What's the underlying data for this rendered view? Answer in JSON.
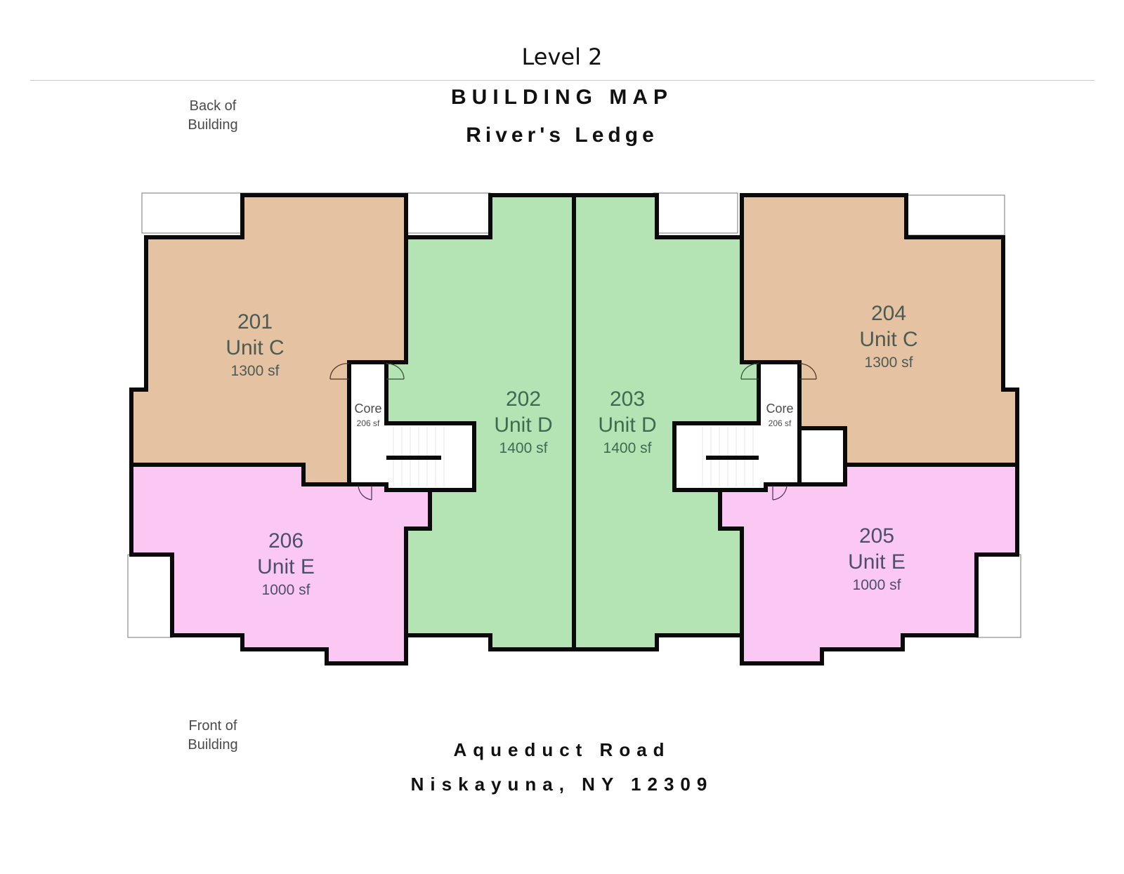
{
  "header": {
    "level": "Level 2",
    "title": "BUILDING MAP",
    "subtitle": "River's Ledge"
  },
  "orientation": {
    "back": [
      "Back of",
      "Building"
    ],
    "front": [
      "Front of",
      "Building"
    ]
  },
  "address": {
    "street": "Aqueduct Road",
    "city": "Niskayuna, NY 12309"
  },
  "colors": {
    "unit_c": "#e5c3a2",
    "unit_d": "#b4e3b4",
    "unit_e": "#fbc8f3",
    "core": "#ffffff",
    "wall": "#0a0a0a",
    "label_c": "#4a5a55",
    "label_d": "#3f6a52",
    "label_e": "#4c4f66"
  },
  "units": [
    {
      "number": "201",
      "type": "Unit C",
      "area": "1300 sf"
    },
    {
      "number": "202",
      "type": "Unit D",
      "area": "1400 sf"
    },
    {
      "number": "203",
      "type": "Unit D",
      "area": "1400 sf"
    },
    {
      "number": "204",
      "type": "Unit C",
      "area": "1300 sf"
    },
    {
      "number": "205",
      "type": "Unit E",
      "area": "1000 sf"
    },
    {
      "number": "206",
      "type": "Unit E",
      "area": "1000 sf"
    }
  ],
  "cores": [
    {
      "name": "Core",
      "area": "206 sf"
    },
    {
      "name": "Core",
      "area": "206 sf"
    }
  ]
}
